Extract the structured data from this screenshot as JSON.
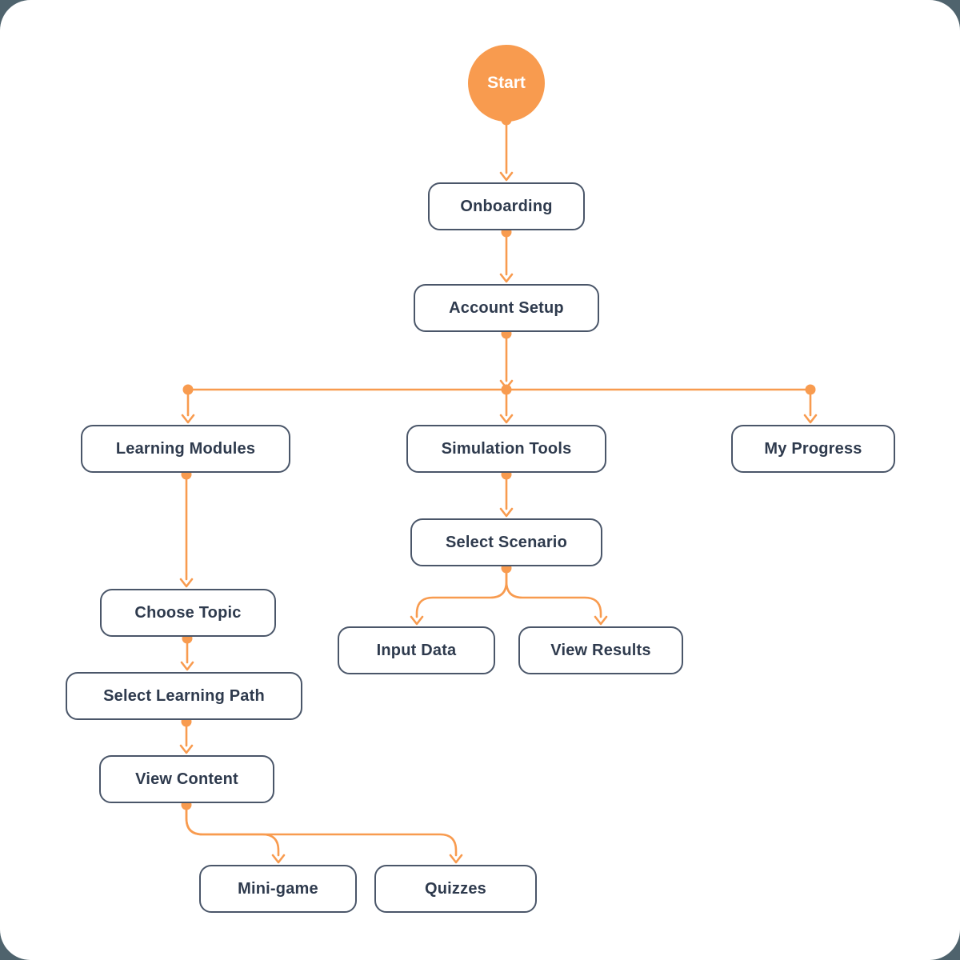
{
  "diagram": {
    "type": "flowchart",
    "colors": {
      "accent_orange": "#F89B4F",
      "node_border": "#4A5669",
      "node_text": "#2E3A4D",
      "node_fill": "#FFFFFF",
      "page_background": "#4F636D",
      "start_text": "#FFFFFF"
    },
    "nodes": {
      "start": {
        "label": "Start",
        "shape": "circle"
      },
      "onboarding": {
        "label": "Onboarding",
        "shape": "rounded-rect"
      },
      "account_setup": {
        "label": "Account Setup",
        "shape": "rounded-rect"
      },
      "learning_modules": {
        "label": "Learning Modules",
        "shape": "rounded-rect"
      },
      "simulation_tools": {
        "label": "Simulation Tools",
        "shape": "rounded-rect"
      },
      "my_progress": {
        "label": "My Progress",
        "shape": "rounded-rect"
      },
      "select_scenario": {
        "label": "Select Scenario",
        "shape": "rounded-rect"
      },
      "input_data": {
        "label": "Input Data",
        "shape": "rounded-rect"
      },
      "view_results": {
        "label": "View Results",
        "shape": "rounded-rect"
      },
      "choose_topic": {
        "label": "Choose Topic",
        "shape": "rounded-rect"
      },
      "select_learning_path": {
        "label": "Select Learning Path",
        "shape": "rounded-rect"
      },
      "view_content": {
        "label": "View Content",
        "shape": "rounded-rect"
      },
      "mini_game": {
        "label": "Mini-game",
        "shape": "rounded-rect"
      },
      "quizzes": {
        "label": "Quizzes",
        "shape": "rounded-rect"
      }
    },
    "edges": [
      {
        "from": "start",
        "to": "onboarding"
      },
      {
        "from": "onboarding",
        "to": "account_setup"
      },
      {
        "from": "account_setup",
        "to": "learning_modules"
      },
      {
        "from": "account_setup",
        "to": "simulation_tools"
      },
      {
        "from": "account_setup",
        "to": "my_progress"
      },
      {
        "from": "learning_modules",
        "to": "choose_topic"
      },
      {
        "from": "choose_topic",
        "to": "select_learning_path"
      },
      {
        "from": "select_learning_path",
        "to": "view_content"
      },
      {
        "from": "view_content",
        "to": "mini_game"
      },
      {
        "from": "view_content",
        "to": "quizzes"
      },
      {
        "from": "simulation_tools",
        "to": "select_scenario"
      },
      {
        "from": "select_scenario",
        "to": "input_data"
      },
      {
        "from": "select_scenario",
        "to": "view_results"
      }
    ]
  }
}
